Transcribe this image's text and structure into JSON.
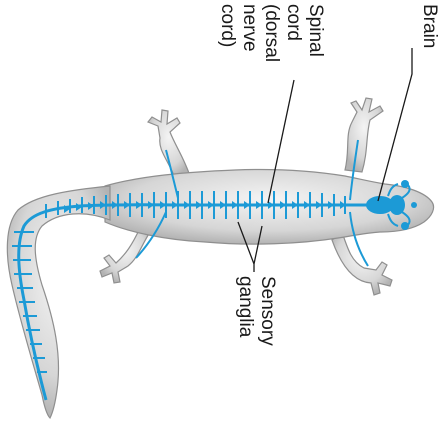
{
  "labels": {
    "brain": "Brain",
    "spinal_cord": [
      "Spinal",
      "cord"
    ],
    "dorsal_nerve_cord": [
      "(dorsal",
      "nerve",
      "cord)"
    ],
    "sensory_ganglia": [
      "Sensory",
      "ganglia"
    ]
  },
  "colors": {
    "nervous_system": "#1c9ad6",
    "body_fill": "#d9d9d9",
    "body_outline": "#8a8a8a",
    "leader_line": "#1a1a1a"
  }
}
